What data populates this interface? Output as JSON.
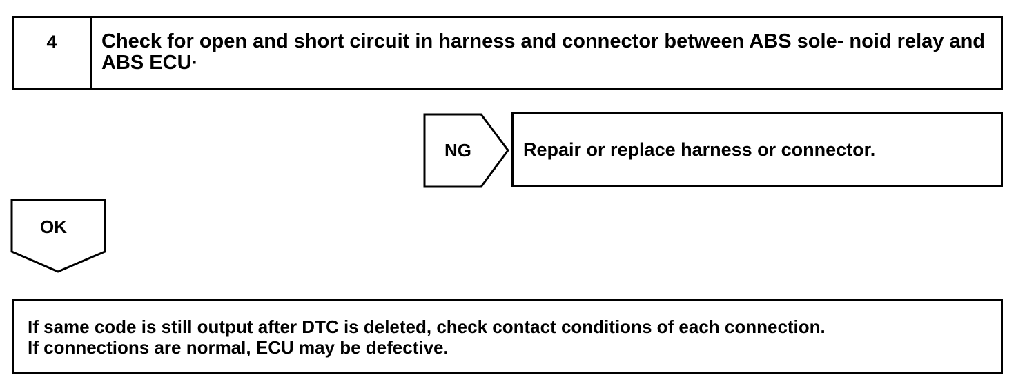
{
  "step": {
    "number": "4",
    "title": "Check for open and short circuit in harness and connector between ABS sole- noid relay and ABS ECU·"
  },
  "ng_branch": {
    "label": "NG",
    "action": "Repair or replace harness or connector."
  },
  "ok_branch": {
    "label": "OK"
  },
  "final": {
    "line1": "If same code is still output after DTC is deleted, check contact conditions of each connection.",
    "line2": "If connections are normal, ECU may be defective."
  }
}
